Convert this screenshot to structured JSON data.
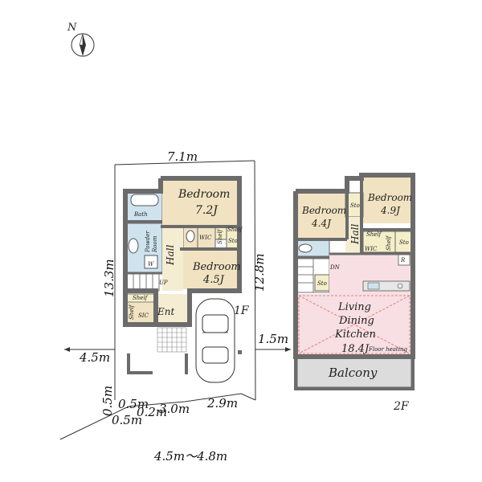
{
  "compass": {
    "label": "N"
  },
  "dimensions": {
    "top_width": "7.1m",
    "left_height": "13.3m",
    "right_height": "12.8m",
    "left_road": "4.5m",
    "right_road": "1.5m",
    "bottom_left_a": "0.5m",
    "bottom_left_b": "0.5m",
    "bottom_left_c": "0.5m",
    "bottom_left_d": "0.2m",
    "bottom_mid": "3.0m",
    "bottom_right": "2.9m",
    "frontage_range": "4.5m～4.8m"
  },
  "floor1": {
    "floor_label": "1F",
    "rooms": {
      "bedroom_main_name": "Bedroom",
      "bedroom_main_size": "7.2J",
      "bedroom_small_name": "Bedroom",
      "bedroom_small_size": "4.5J",
      "bath": "Bath",
      "powder_room_a": "Powder",
      "powder_room_b": "Room",
      "wic": "WIC",
      "shelf_a": "Shelf",
      "shelf_b": "Shelf",
      "shelf_c": "Shelf",
      "shelf_d": "Shelf",
      "storage": "Sto",
      "hall": "Hall",
      "washer": "W",
      "up": "UP",
      "sic": "SIC",
      "entrance": "Ent"
    }
  },
  "floor2": {
    "floor_label": "2F",
    "rooms": {
      "bedroom_a_name": "Bedroom",
      "bedroom_a_size": "4.4J",
      "bedroom_b_name": "Bedroom",
      "bedroom_b_size": "4.9J",
      "sto_a": "Sto",
      "sto_b": "Sto",
      "sto_c": "Sto",
      "hall": "Hall",
      "wic": "WIC",
      "shelf_a": "Shelf",
      "shelf_b": "Shelf",
      "refrigerator": "R",
      "down": "DN",
      "ldk_line1": "Living",
      "ldk_line2": "Dining",
      "ldk_line3": "Kitchen",
      "ldk_size": "18.4J",
      "floor_heating": "Floor heating",
      "balcony": "Balcony"
    }
  }
}
